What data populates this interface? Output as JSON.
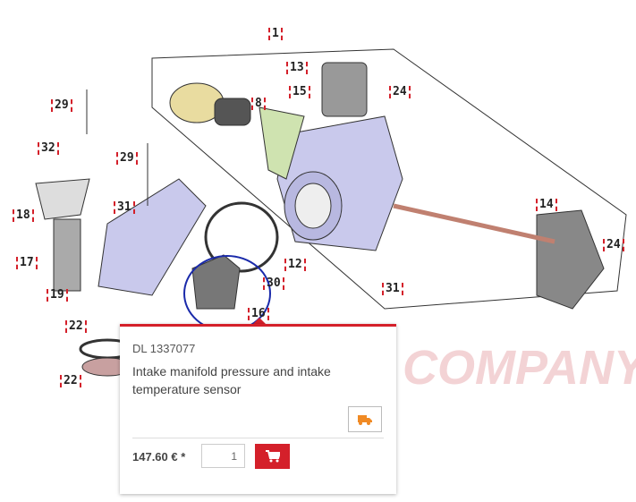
{
  "diagram": {
    "labels": [
      "1",
      "13",
      "15",
      "24",
      "8",
      "29",
      "32",
      "29",
      "18",
      "31",
      "14",
      "24",
      "17",
      "12",
      "30",
      "16",
      "19",
      "31",
      "22",
      "22"
    ],
    "watermark": "COMPANY"
  },
  "popup": {
    "code": "DL 1337077",
    "description": "Intake manifold pressure and intake temperature sensor",
    "price": "147.60 € *",
    "quantity": "1",
    "icons": {
      "shipping": "truck-icon",
      "cart": "cart-icon"
    },
    "colors": {
      "accent": "#d4202a",
      "truck": "#f08a24"
    }
  }
}
